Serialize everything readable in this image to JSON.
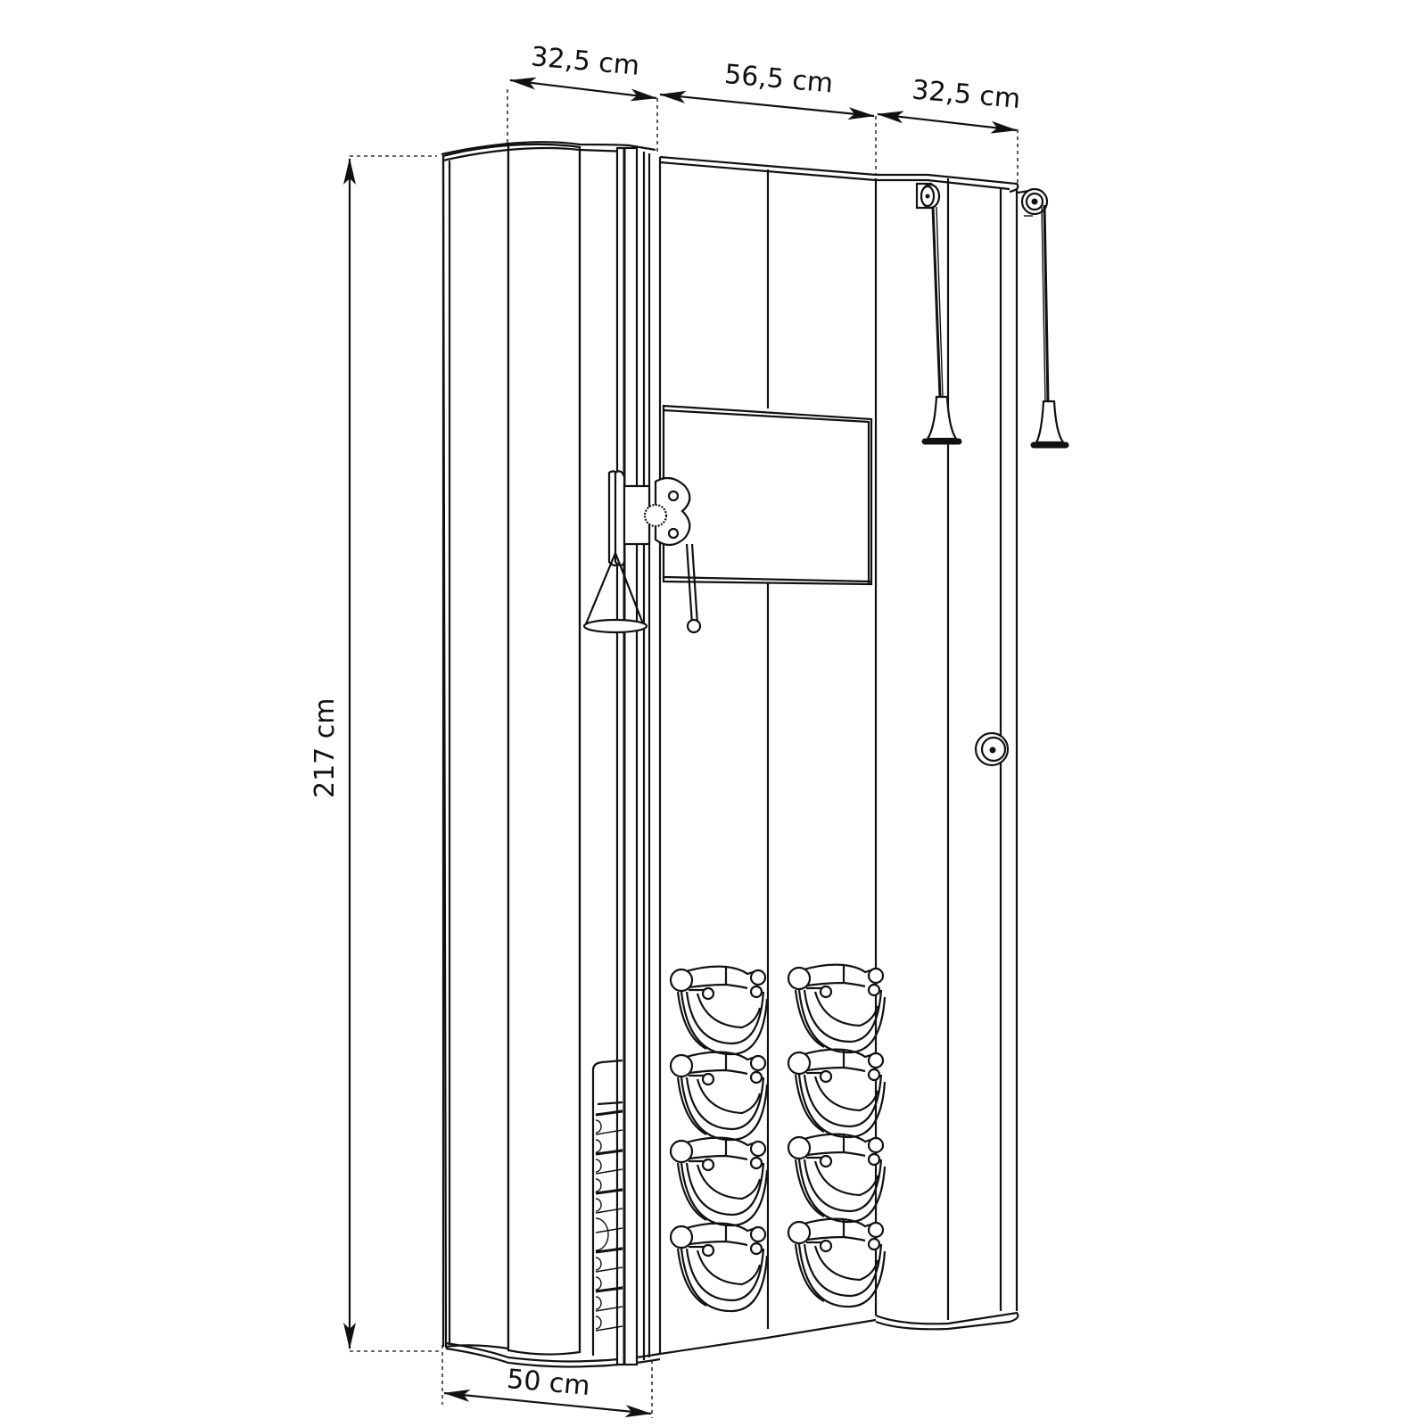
{
  "diagram": {
    "subject": "Wall-mounted fitness storage unit, technical dimension drawing",
    "colors": {
      "line": "#111111",
      "background": "#ffffff"
    },
    "dimensions": {
      "top_left_width": "32,5 cm",
      "top_center_width": "56,5 cm",
      "top_right_width": "32,5 cm",
      "height": "217 cm",
      "depth": "50 cm"
    },
    "components": [
      "left-side-panel",
      "pull-up-rail",
      "suspension-trainer-handle",
      "pulley-bracket",
      "central-panel",
      "mirror-screen-panel",
      "kettlebell-racks",
      "dumbbell-rack",
      "right-panel",
      "cable-pulleys",
      "cable-handles",
      "wall-anchor"
    ],
    "kettlebell_rows": 4,
    "kettlebell_columns": 2,
    "dumbbell_rack_count": 12
  }
}
